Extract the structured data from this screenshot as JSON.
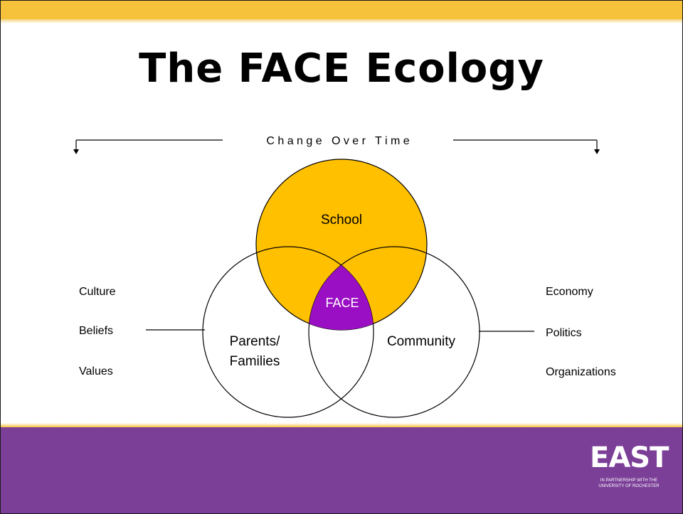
{
  "slide": {
    "title": "The FACE Ecology",
    "timeline_label": "C h a n g e   O v e r   T i m e"
  },
  "diagram": {
    "circles": {
      "school": "School",
      "parents_families": [
        "Parents/",
        "Families"
      ],
      "community": "Community",
      "center": "FACE"
    },
    "left_factors": [
      "Culture",
      "Beliefs",
      "Values"
    ],
    "right_factors": [
      "Economy",
      "Politics",
      "Organizations"
    ]
  },
  "logo": {
    "text": "EAST",
    "caption": "IN PARTNERSHIP WITH THE UNIVERSITY OF ROCHESTER"
  },
  "colors": {
    "gold": "#f6c23c",
    "school_fill": "#ffc000",
    "face_fill": "#9b0fc4",
    "purple_band": "#7b3f98"
  }
}
